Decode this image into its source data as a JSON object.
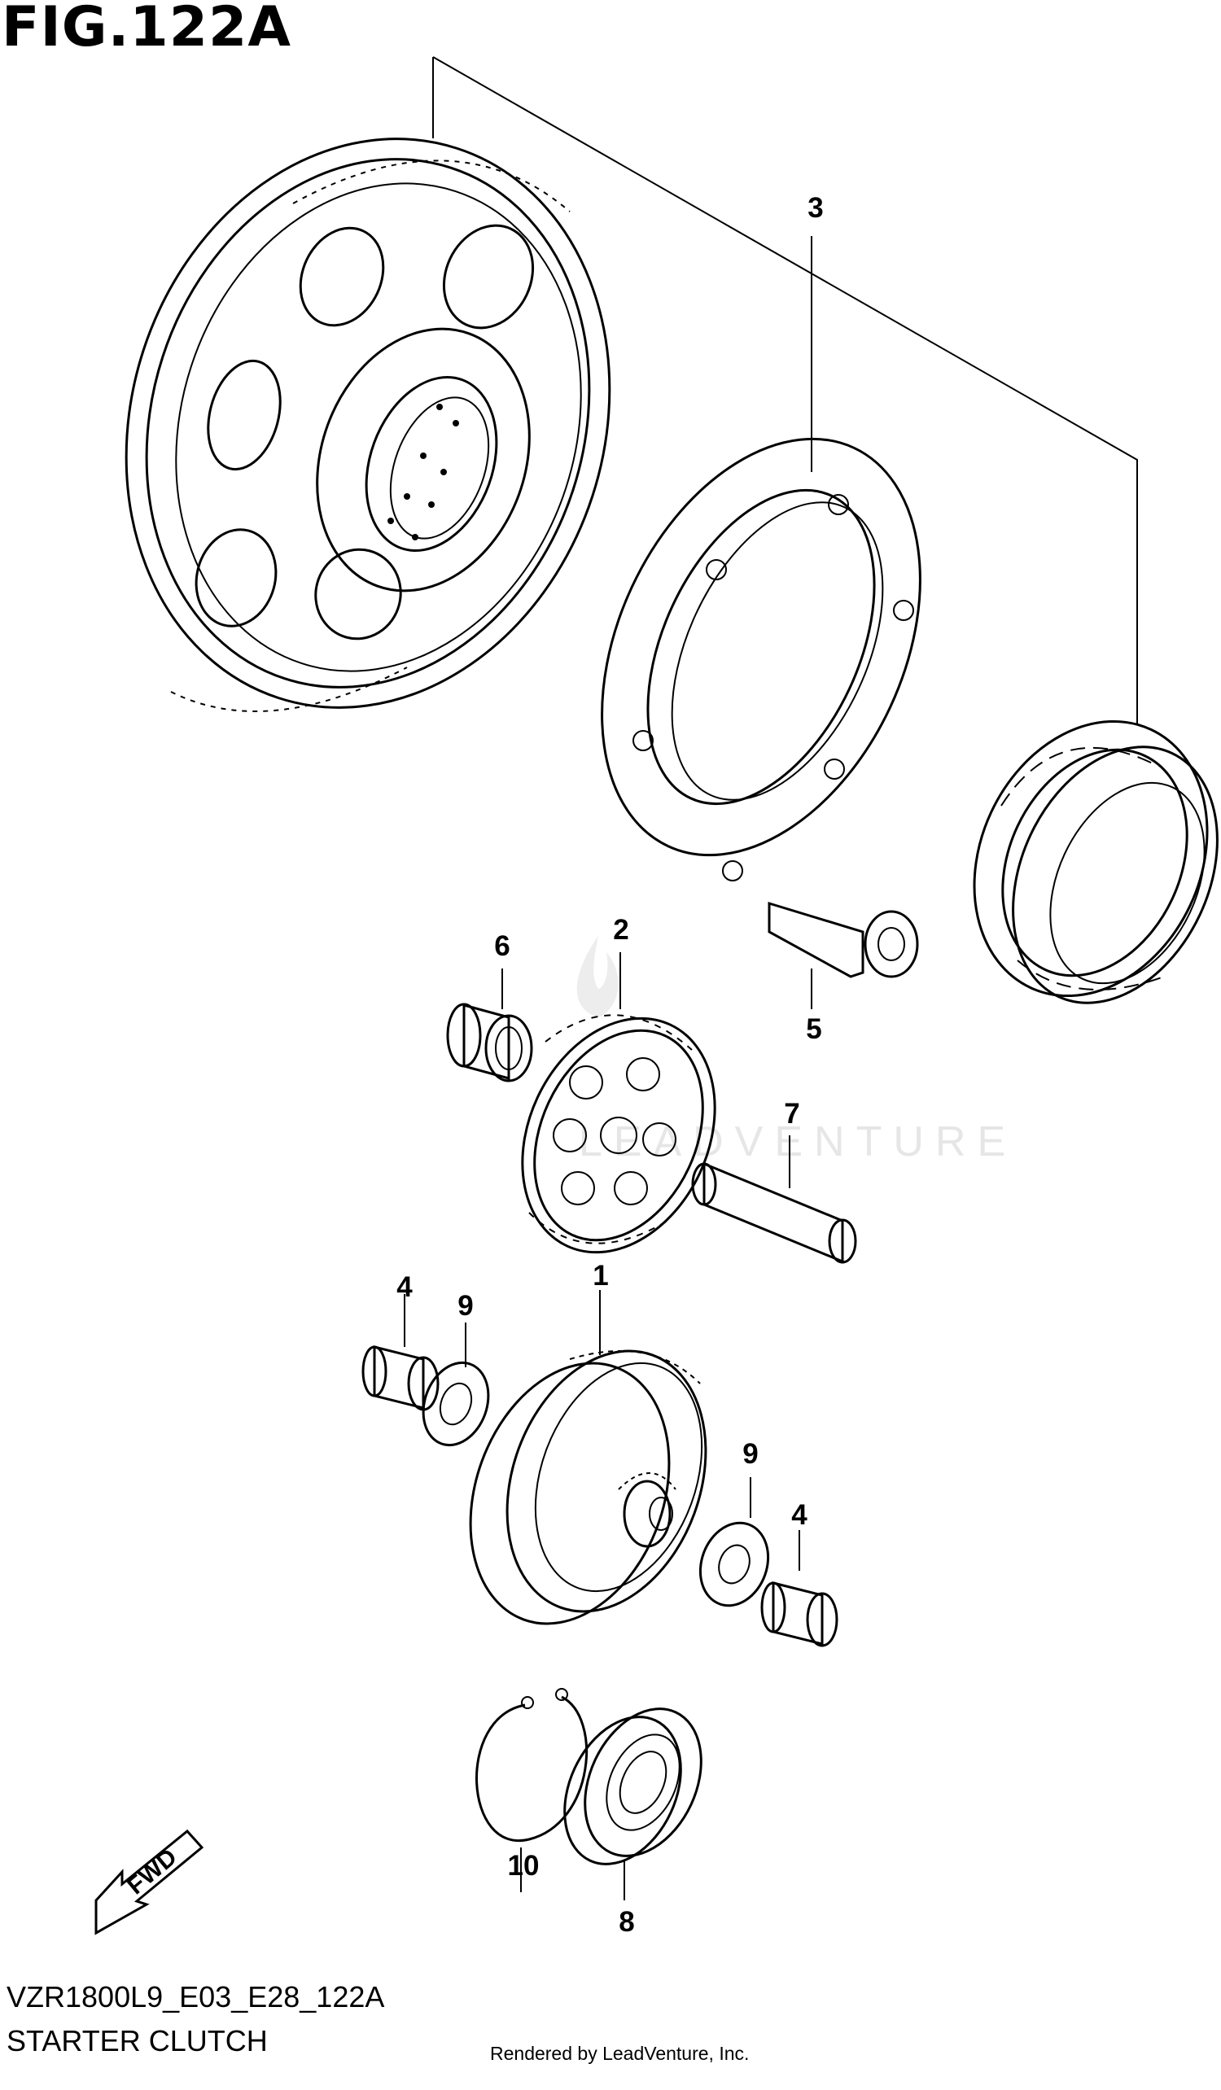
{
  "figure": {
    "title": "FIG.122A",
    "model_code": "VZR1800L9_E03_E28_122A",
    "section_title": "STARTER CLUTCH",
    "credit": "Rendered by LeadVenture, Inc.",
    "watermark": "LEADVENTURE",
    "direction_label": "FWD"
  },
  "callouts": {
    "c1": "1",
    "c2": "2",
    "c3": "3",
    "c4a": "4",
    "c4b": "4",
    "c5": "5",
    "c6": "6",
    "c7": "7",
    "c8": "8",
    "c9a": "9",
    "c9b": "9",
    "c10": "10"
  }
}
